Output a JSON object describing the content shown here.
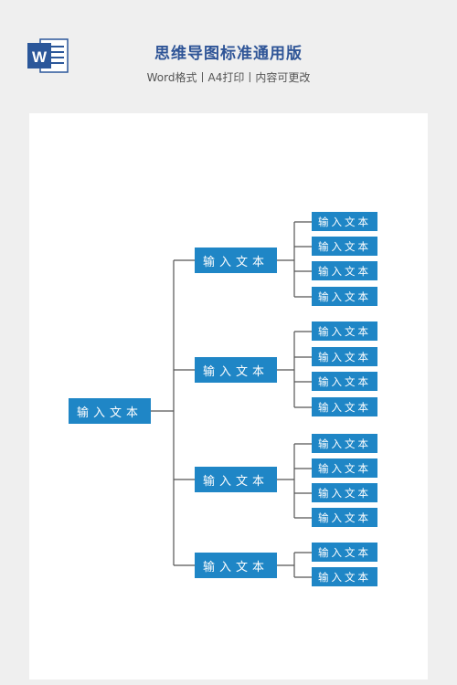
{
  "header": {
    "app_icon": "word-document-icon",
    "app_letter": "W",
    "title": "思维导图标准通用版",
    "subtitle": "Word格式丨A4打印丨内容可更改"
  },
  "colors": {
    "node_fill": "#1f86c6",
    "title": "#2f5597",
    "connector": "#555555",
    "word_blue": "#2b579a"
  },
  "mindmap": {
    "root": "输入文本",
    "branches": [
      {
        "label": "输入文本",
        "children": [
          "输入文本",
          "输入文本",
          "输入文本",
          "输入文本"
        ]
      },
      {
        "label": "输入文本",
        "children": [
          "输入文本",
          "输入文本",
          "输入文本",
          "输入文本"
        ]
      },
      {
        "label": "输入文本",
        "children": [
          "输入文本",
          "输入文本",
          "输入文本",
          "输入文本"
        ]
      },
      {
        "label": "输入文本",
        "children": [
          "输入文本",
          "输入文本"
        ]
      }
    ]
  }
}
